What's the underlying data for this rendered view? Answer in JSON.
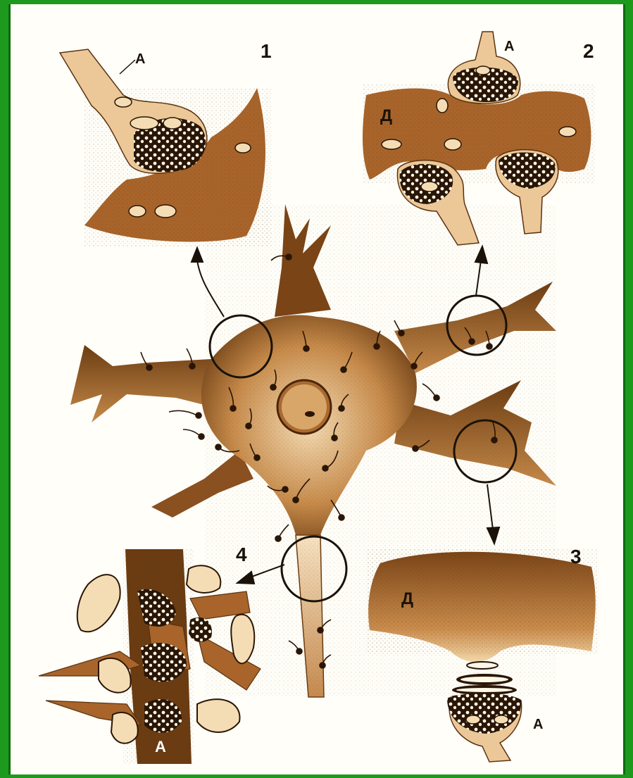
{
  "panels": {
    "p1": {
      "number": "1",
      "axon_label": "А"
    },
    "p2": {
      "number": "2",
      "axon_label": "А",
      "dendrite_label": "Д"
    },
    "p3": {
      "number": "3",
      "axon_label": "А",
      "dendrite_label": "Д"
    },
    "p4": {
      "number": "4",
      "axon_label": "А"
    }
  },
  "colors": {
    "background": "#1d9a1d",
    "paper": "#fffef8",
    "tissue_dark": "#6b3c12",
    "tissue_mid": "#a8642a",
    "tissue_light": "#e8c08c",
    "ink": "#1a1208"
  }
}
